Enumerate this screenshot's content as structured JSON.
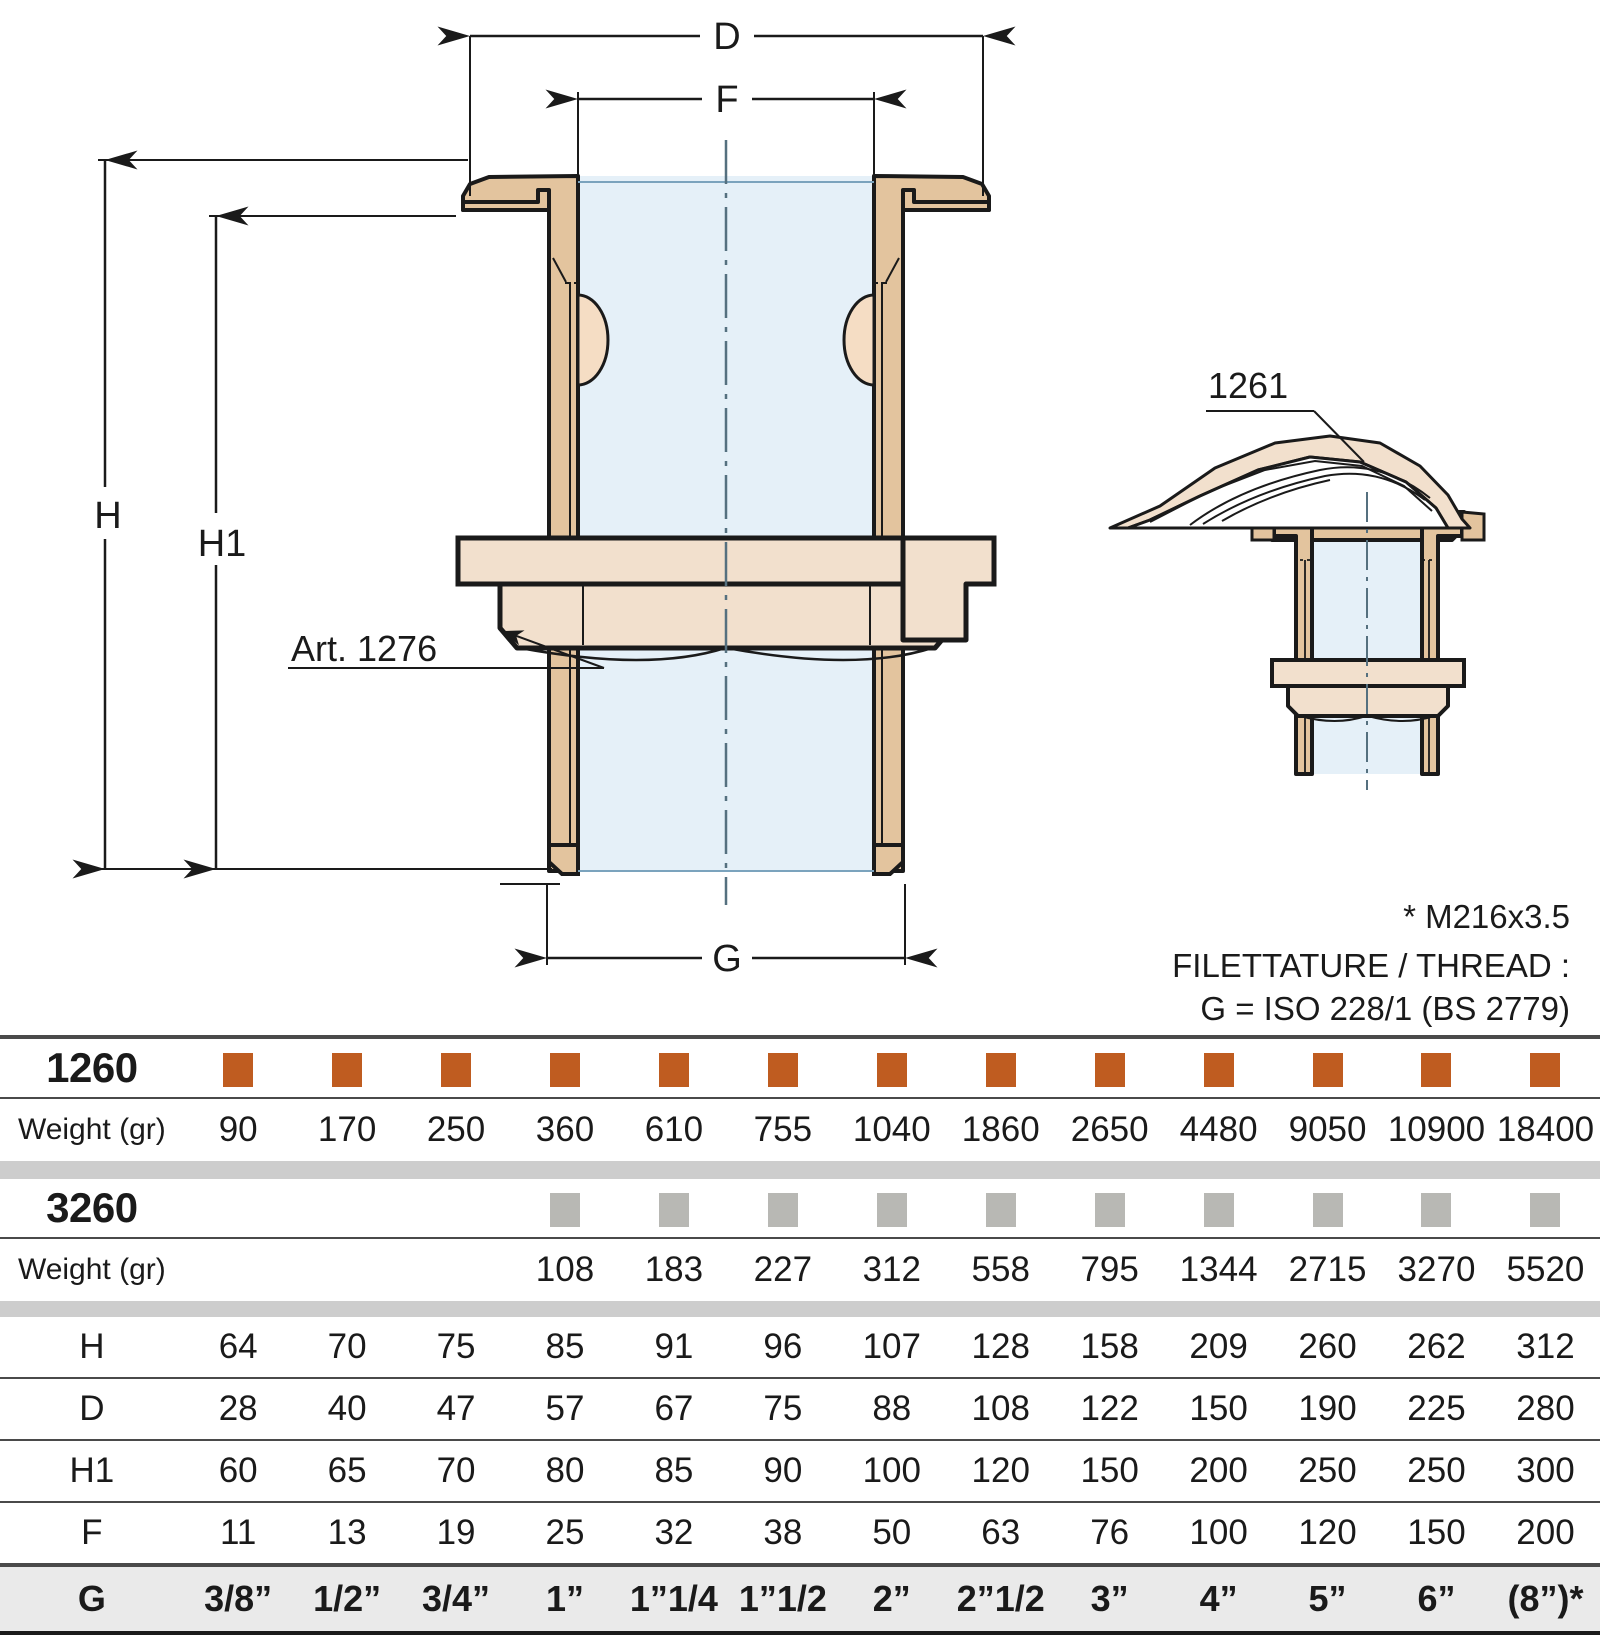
{
  "drawing": {
    "dimensions": {
      "D": "D",
      "F": "F",
      "G": "G",
      "H": "H",
      "H1": "H1"
    },
    "callouts": {
      "art_1276": "Art. 1276",
      "art_1261": "1261"
    }
  },
  "notes": {
    "asterisk": "* M216x3.5",
    "thread_title": "FILETTATURE / THREAD :",
    "thread_standard": "G = ISO 228/1 (BS 2779)"
  },
  "table": {
    "row_1260_label": "1260",
    "row_1260_weight_label": "Weight (gr)",
    "row_3260_label": "3260",
    "row_3260_weight_label": "Weight (gr)",
    "row_h_label": "H",
    "row_d_label": "D",
    "row_h1_label": "H1",
    "row_f_label": "F",
    "row_g_label": "G",
    "marker_1260": [
      "orange",
      "orange",
      "orange",
      "orange",
      "orange",
      "orange",
      "orange",
      "orange",
      "orange",
      "orange",
      "orange",
      "orange",
      "orange"
    ],
    "marker_3260": [
      "",
      "",
      "",
      "gray",
      "gray",
      "gray",
      "gray",
      "gray",
      "gray",
      "gray",
      "gray",
      "gray",
      "gray"
    ],
    "weight_1260": [
      "90",
      "170",
      "250",
      "360",
      "610",
      "755",
      "1040",
      "1860",
      "2650",
      "4480",
      "9050",
      "10900",
      "18400"
    ],
    "weight_3260": [
      "",
      "",
      "",
      "108",
      "183",
      "227",
      "312",
      "558",
      "795",
      "1344",
      "2715",
      "3270",
      "5520"
    ],
    "H": [
      "64",
      "70",
      "75",
      "85",
      "91",
      "96",
      "107",
      "128",
      "158",
      "209",
      "260",
      "262",
      "312"
    ],
    "D": [
      "28",
      "40",
      "47",
      "57",
      "67",
      "75",
      "88",
      "108",
      "122",
      "150",
      "190",
      "225",
      "280"
    ],
    "H1": [
      "60",
      "65",
      "70",
      "80",
      "85",
      "90",
      "100",
      "120",
      "150",
      "200",
      "250",
      "250",
      "300"
    ],
    "F": [
      "11",
      "13",
      "19",
      "25",
      "32",
      "38",
      "50",
      "63",
      "76",
      "100",
      "120",
      "150",
      "200"
    ],
    "G": [
      "3/8”",
      "1/2”",
      "3/4”",
      "1”",
      "1”1/4",
      "1”1/2",
      "2”",
      "2”1/2",
      "3”",
      "4”",
      "5”",
      "6”",
      "(8”)*"
    ]
  },
  "colors": {
    "brass": "#e3c49e",
    "brass_light": "#f2e0cd",
    "bore": "#e5f0f8",
    "marker_orange": "#bf5c20",
    "marker_gray": "#b8b8b4",
    "band_gray": "#cdcdcd",
    "row_g_bg": "#eaeaea"
  }
}
